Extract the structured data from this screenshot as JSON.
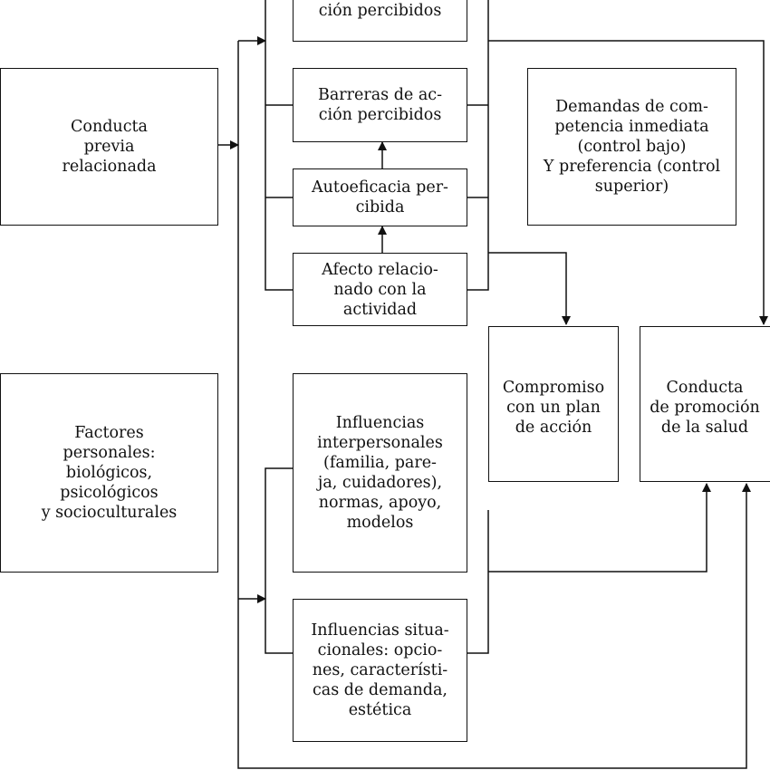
{
  "diagram": {
    "boxes": {
      "beneficios": "ción percibidos",
      "barreras": "Barreras de ac-\nción percibidos",
      "autoeficacia": "Autoeficacia per-\ncibida",
      "afecto": "Afecto relacio-\nnado con la\nactividad",
      "conducta_previa": "Conducta\nprevia\nrelacionada",
      "demandas": "Demandas de com-\npetencia inmediata\n(control bajo)\nY preferencia (control\nsuperior)",
      "factores": "Factores\npersonales:\nbiológicos,\npsicológicos\ny socioculturales",
      "influencias_interpersonales": "Influencias\ninterpersonales\n(familia, pare-\nja, cuidadores),\nnormas, apoyo,\nmodelos",
      "influencias_situacionales": "Influencias situa-\ncionales: opcio-\nnes, característi-\ncas de demanda,\nestética",
      "compromiso": "Compromiso\ncon un plan\nde acción",
      "conducta_promocion": "Conducta\nde promoción\nde la salud"
    }
  }
}
